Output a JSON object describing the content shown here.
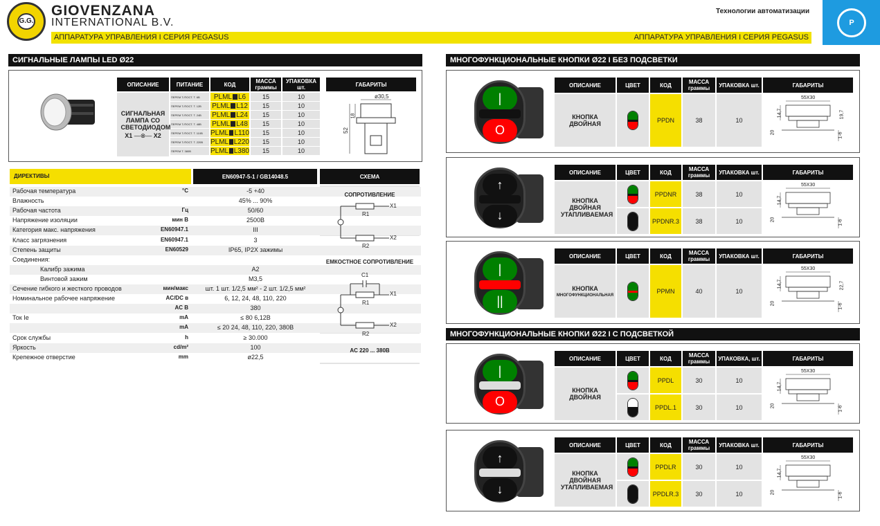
{
  "header": {
    "logo_text": "G.G.",
    "brand_line1": "GIOVENZANA",
    "brand_line2": "INTERNATIONAL B.V.",
    "subtitle_left": "АППАРАТУРА УПРАВЛЕНИЯ І СЕРИЯ PEGASUS",
    "subtitle_right": "АППАРАТУРА УПРАВЛЕНИЯ І СЕРИЯ PEGASUS",
    "tech": "Технологии автоматизации",
    "badge": "P",
    "colors": {
      "yellow": "#f2e200",
      "blue": "#1e9be0"
    }
  },
  "lamps": {
    "title": "СИГНАЛЬНЫЕ ЛАМПЫ LED Ø22",
    "headers": [
      "ОПИСАНИЕ",
      "ПИТАНИЕ",
      "КОД",
      "МАССА граммы",
      "УПАКОВКА шт.",
      "ГАБАРИТЫ"
    ],
    "description": "СИГНАЛЬНАЯ ЛАМПА СО СВЕТОДИОДОМ",
    "x1": "X1",
    "x2": "X2",
    "rows": [
      {
        "power": "ПЕРЕМ Т./ПОСТ. Т. 6В",
        "code": "PLML",
        "suffix": "L6",
        "mass": "15",
        "pack": "10"
      },
      {
        "power": "ПЕРЕМ Т./ПОСТ. Т. 12В",
        "code": "PLML",
        "suffix": "L12",
        "mass": "15",
        "pack": "10"
      },
      {
        "power": "ПЕРЕМ Т./ПОСТ. Т. 24В",
        "code": "PLML",
        "suffix": "L24",
        "mass": "15",
        "pack": "10"
      },
      {
        "power": "ПЕРЕМ Т./ПОСТ. Т. 48В",
        "code": "PLML",
        "suffix": "L48",
        "mass": "15",
        "pack": "10"
      },
      {
        "power": "ПЕРЕМ Т./ПОСТ. Т. 110В",
        "code": "PLML",
        "suffix": "L110",
        "mass": "15",
        "pack": "10"
      },
      {
        "power": "ПЕРЕМ Т./ПОСТ. Т. 220В",
        "code": "PLML",
        "suffix": "L220",
        "mass": "15",
        "pack": "10"
      },
      {
        "power": "ПЕРЕМ Т. 380В",
        "code": "PLML",
        "suffix": "L380",
        "mass": "15",
        "pack": "10"
      }
    ],
    "dim_d": "ø30,5",
    "dim_h1": "52",
    "dim_h2": "18"
  },
  "specs": {
    "col1": "ДИРЕКТИВЫ",
    "col2": "EN60947-5-1 / GB14048.5",
    "col3": "СХЕМА",
    "rows": [
      {
        "label": "Рабочая температура",
        "unit": "°C",
        "value": "-5 +40"
      },
      {
        "label": "Влажность",
        "unit": "",
        "value": "45% ... 90%"
      },
      {
        "label": "Рабочая частота",
        "unit": "Гц",
        "value": "50/60"
      },
      {
        "label": "Напряжение изоляции",
        "unit": "мин В",
        "value": "2500В"
      },
      {
        "label": "Категория макс. напряжения",
        "unit": "EN60947.1",
        "value": "III"
      },
      {
        "label": "Класс загрязнения",
        "unit": "EN60947.1",
        "value": "3"
      },
      {
        "label": "Степень защиты",
        "unit": "EN60529",
        "value": "IP65, IP2X зажимы"
      },
      {
        "label": "Соединения:",
        "unit": "",
        "value": ""
      },
      {
        "label": "Калибр зажима",
        "unit": "",
        "value": "A2"
      },
      {
        "label": "Винтовой зажим",
        "unit": "",
        "value": "M3,5"
      },
      {
        "label": "Сечение гибкого и жесткого проводов",
        "unit": "мин/макс",
        "value": "шт. 1 шт. 1/2,5 мм² - 2 шт. 1/2,5 мм²"
      },
      {
        "label": "Номинальное рабочее напряжение",
        "unit": "AC/DC в",
        "value": "6, 12, 24, 48, 110, 220"
      },
      {
        "label": "",
        "unit": "AC В",
        "value": "380"
      },
      {
        "label": "Ток Ie",
        "unit": "mA",
        "value": "≤ 80    6,12В"
      },
      {
        "label": "",
        "unit": "mA",
        "value": "≤ 20    24, 48, 110, 220, 380В"
      },
      {
        "label": "Срок службы",
        "unit": "h",
        "value": "≥ 30.000"
      },
      {
        "label": "Яркость",
        "unit": "cd/m²",
        "value": "100"
      },
      {
        "label": "Крепежное отверстие",
        "unit": "mm",
        "value": "ø22,5"
      }
    ],
    "scheme": {
      "t1": "СОПРОТИВЛЕНИЕ",
      "t2": "ЕМКОСТНОЕ СОПРОТИВЛЕНИЕ",
      "r1": "R1",
      "r2": "R2",
      "c1": "C1",
      "x1": "X1",
      "x2": "X2",
      "foot": "AC 220 ... 380В"
    }
  },
  "right": {
    "title1": "МНОГОФУНКЦИОНАЛЬНЫЕ КНОПКИ Ø22 І БЕЗ ПОДСВЕТКИ",
    "title2": "МНОГОФУНКЦИОНАЛЬНЫЕ КНОПКИ Ø22 І С ПОДСВЕТКОЙ",
    "headers": [
      "ОПИСАНИЕ",
      "ЦВЕТ",
      "КОД",
      "МАССА граммы",
      "УПАКОВКА шт.",
      "ГАБАРИТЫ"
    ],
    "headers_alt_pack": "УПАКОВКА, шт.",
    "dims": {
      "w": "55X30",
      "h1": "14,7",
      "h2": "20",
      "h3": "1-6",
      "h4a": "19,7",
      "h4b": "22,7"
    },
    "products": [
      {
        "desc": "КНОПКА ДВОЙНАЯ",
        "rows": [
          {
            "code": "PPDN",
            "mass": "38",
            "pack": "10"
          }
        ]
      },
      {
        "desc": "КНОПКА ДВОЙНАЯ УТАПЛИВАЕМАЯ",
        "rows": [
          {
            "code": "PPDNR",
            "mass": "38",
            "pack": "10"
          },
          {
            "code": "PPDNR.3",
            "mass": "38",
            "pack": "10"
          }
        ]
      },
      {
        "desc": "КНОПКА",
        "desc2": "МНОГОФУНКЦИОНАЛЬНАЯ",
        "rows": [
          {
            "code": "PPMN",
            "mass": "40",
            "pack": "10"
          }
        ]
      },
      {
        "desc": "КНОПКА ДВОЙНАЯ",
        "rows": [
          {
            "code": "PPDL",
            "mass": "30",
            "pack": "10"
          },
          {
            "code": "PPDL.1",
            "mass": "30",
            "pack": "10"
          }
        ]
      },
      {
        "desc": "КНОПКА ДВОЙНАЯ УТАПЛИВАЕМАЯ",
        "rows": [
          {
            "code": "PPDLR",
            "mass": "30",
            "pack": "10"
          },
          {
            "code": "PPDLR.3",
            "mass": "30",
            "pack": "10"
          }
        ]
      }
    ]
  }
}
